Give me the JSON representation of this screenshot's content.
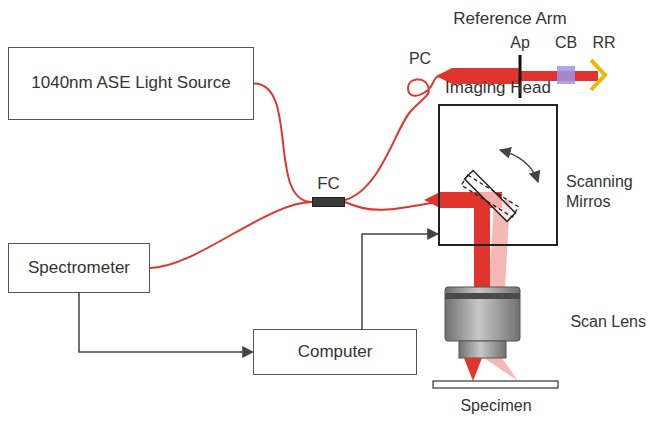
{
  "diagram": {
    "nodes": [
      {
        "text": [
          "1040nm ASE Light Source"
        ]
      },
      {
        "text": [
          "FC"
        ]
      },
      {
        "text": [
          "Spectrometer"
        ]
      },
      {
        "text": [
          "Imaging Head"
        ]
      },
      {
        "text": [
          "Computer"
        ]
      }
    ],
    "edges": [
      {
        "from": 0,
        "to": 1,
        "arrow": "none"
      },
      {
        "from": 2,
        "to": 1,
        "arrow": "none"
      },
      {
        "from": 1,
        "to": 3,
        "arrow": "none"
      },
      {
        "from": 2,
        "to": 4,
        "arrow": "to"
      },
      {
        "from": 4,
        "to": 3,
        "arrow": "to"
      }
    ],
    "labels": [
      "Reference Arm",
      "PC",
      "Ap",
      "CB",
      "RR",
      "Scanning Mirros",
      "Scan Lens",
      "Specimen"
    ]
  }
}
